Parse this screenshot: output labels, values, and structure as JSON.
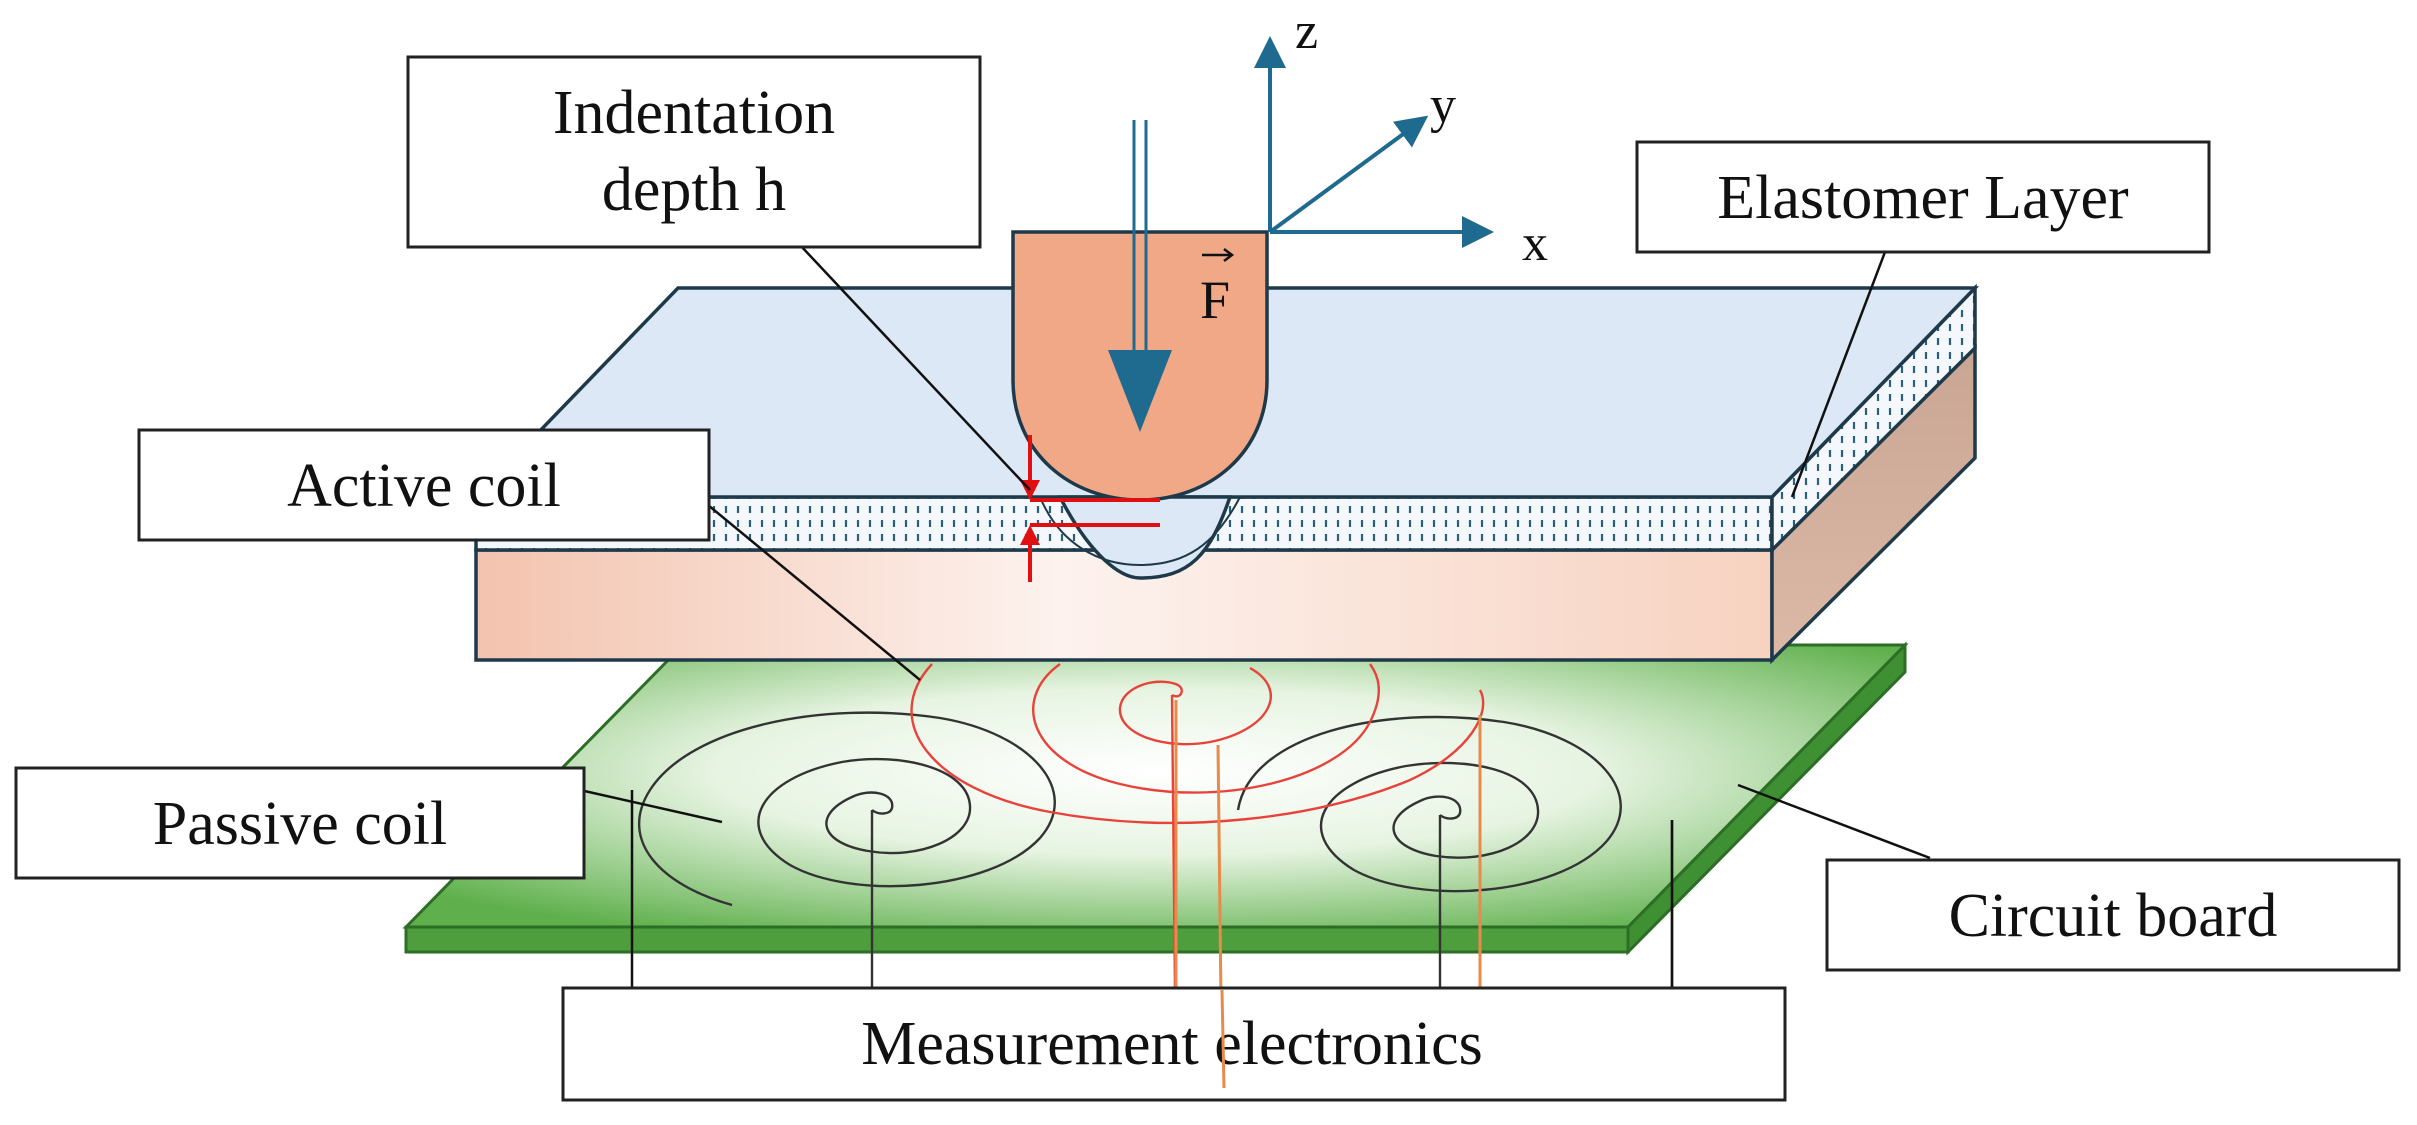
{
  "labels": {
    "indentation_line1": "Indentation",
    "indentation_line2": "depth h",
    "elastomer": "Elastomer Layer",
    "active_coil": "Active coil",
    "passive_coil": "Passive coil",
    "circuit_board": "Circuit board",
    "measurement": "Measurement electronics"
  },
  "axes": {
    "z": "z",
    "y": "y",
    "x": "x"
  },
  "force_symbol": "F",
  "colors": {
    "axes": "#1f6b8f",
    "indenter": "#f0a886",
    "elastomer_top": "#dce8f5",
    "board": "#5dae4c",
    "active_coil": "#e8433a",
    "passive_coil": "#333333",
    "lead": "#e88a4a",
    "depth_marker": "#e01010"
  }
}
